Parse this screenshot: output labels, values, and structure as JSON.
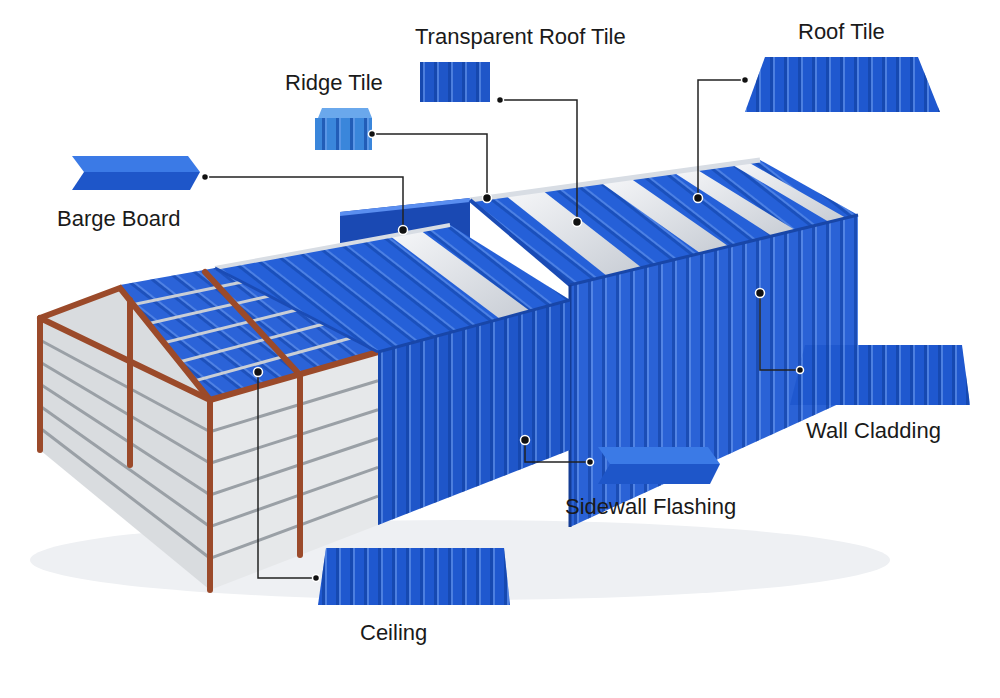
{
  "diagram": {
    "labels": [
      "Transparent Roof Tile",
      "Roof Tile",
      "Ridge Tile",
      "Barge Board",
      "Wall Cladding",
      "Sidewall Flashing",
      "Ceiling"
    ]
  }
}
